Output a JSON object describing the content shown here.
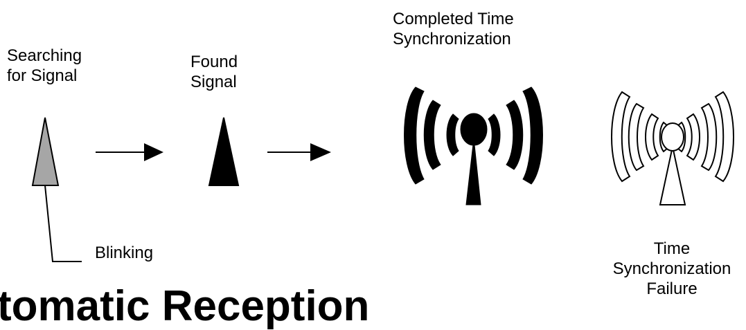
{
  "labels": {
    "searching": [
      "Searching",
      "for Signal"
    ],
    "found": [
      "Found",
      "Signal"
    ],
    "completed": [
      "Completed Time",
      "Synchronization"
    ],
    "failure": [
      "Time",
      "Synchronization",
      "Failure"
    ],
    "blinking": "Blinking"
  },
  "cut_off_text": "tomatic Reception",
  "colors": {
    "blinking_fill": "#a6a6a6",
    "solid_fill": "#000000",
    "outline_fill": "#ffffff"
  },
  "icons": [
    "triangle-icon-grey",
    "triangle-icon-black",
    "antenna-signal-icon-filled",
    "antenna-signal-icon-outline"
  ]
}
